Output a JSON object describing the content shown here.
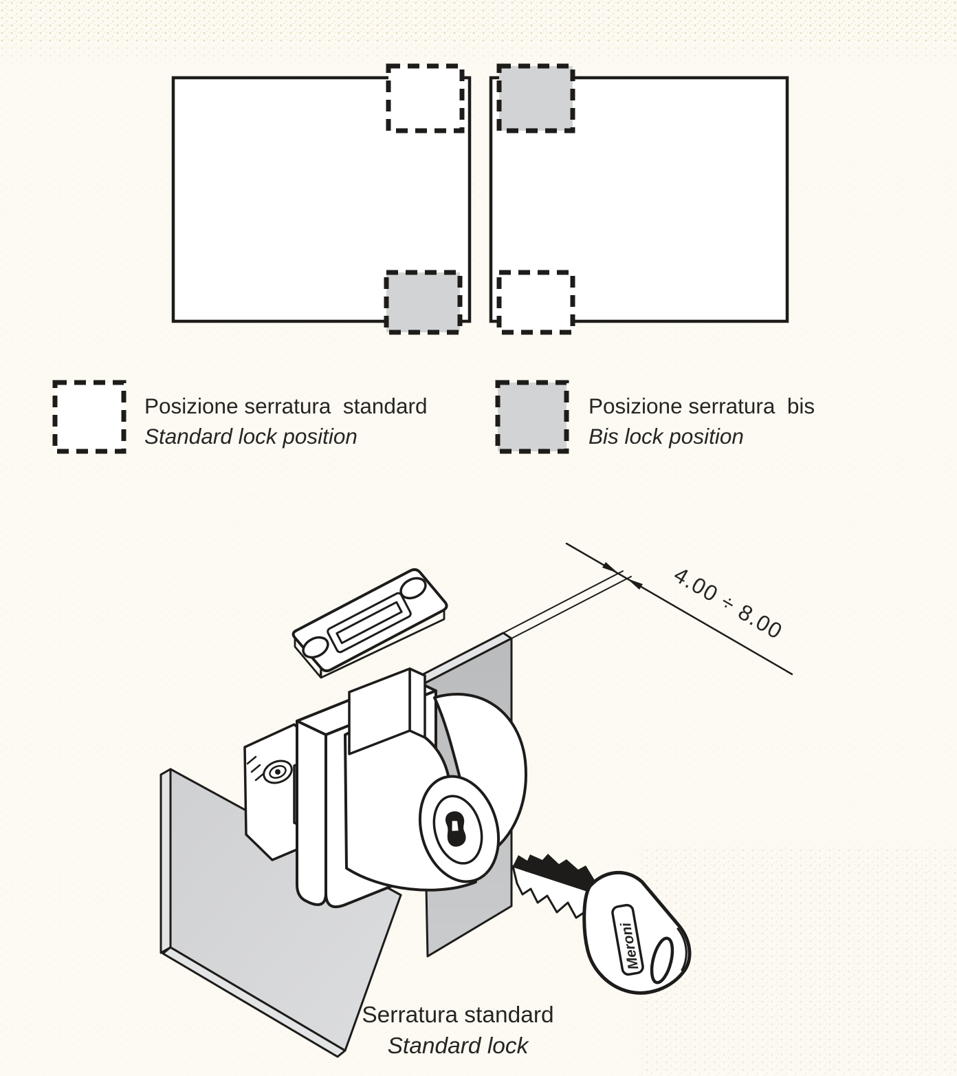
{
  "colors": {
    "background": "#fdfaf3",
    "ink": "#1d1c1a",
    "text": "#262522",
    "gray_fill": "#d2d3d4",
    "panel_left": "#d4d5d7",
    "panel_right": "#c0c2c4",
    "panel_edge": "#e3e4e5",
    "noise": "#e8ddc0"
  },
  "position_diagram": {
    "doors": [
      {
        "id": "left-door"
      },
      {
        "id": "right-door"
      }
    ],
    "legend": [
      {
        "id": "standard",
        "label_it": "Posizione serratura  standard",
        "label_en": "Standard lock position"
      },
      {
        "id": "bis",
        "label_it": "Posizione serratura  bis",
        "label_en": "Bis lock position"
      }
    ]
  },
  "illustration": {
    "dimension_label": "4.00 ÷ 8.00",
    "key_badge_text": "Meroni",
    "caption_it": "Serratura standard",
    "caption_en": "Standard lock"
  }
}
